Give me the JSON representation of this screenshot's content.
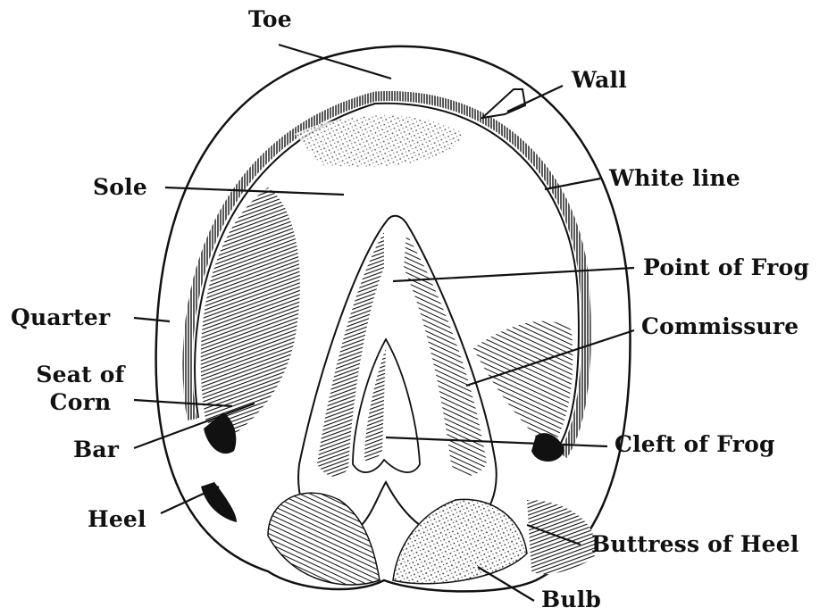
{
  "diagram": {
    "labels": {
      "toe": "Toe",
      "wall": "Wall",
      "white_line": "White line",
      "sole": "Sole",
      "point_of_frog": "Point of Frog",
      "quarter": "Quarter",
      "commissure": "Commissure",
      "seat_of_corn_line1": "Seat of",
      "seat_of_corn_line2": "Corn",
      "bar": "Bar",
      "cleft_of_frog": "Cleft of Frog",
      "heel": "Heel",
      "buttress_of_heel": "Buttress of Heel",
      "bulb": "Bulb"
    },
    "colors": {
      "ink": "#111111",
      "paper": "#ffffff"
    }
  }
}
